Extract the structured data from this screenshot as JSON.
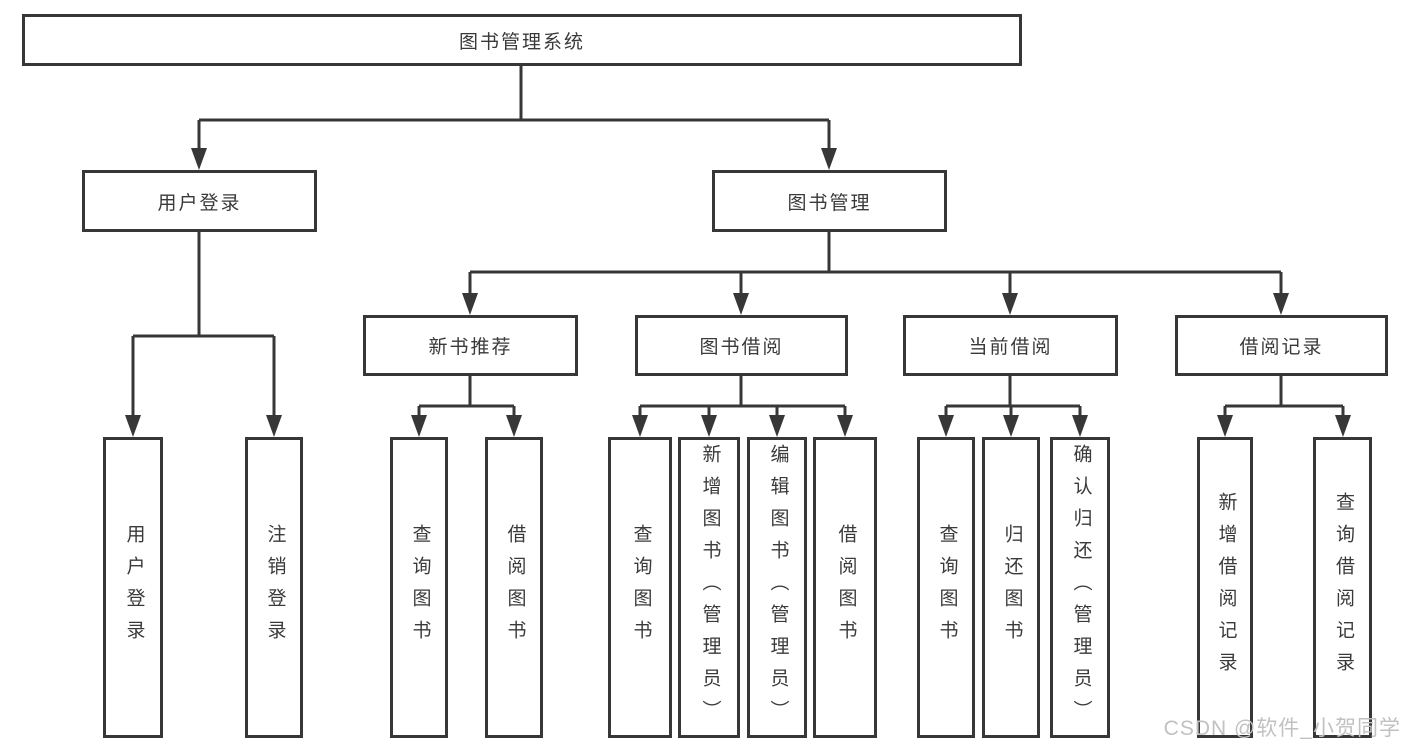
{
  "diagram": {
    "colors": {
      "border": "#373737",
      "line": "#373737",
      "text": "#3a3a3a",
      "background": "#ffffff",
      "watermark": "#c1c1c1"
    },
    "nodes": {
      "root": {
        "label": "图书管理系统"
      },
      "user_login": {
        "label": "用户登录"
      },
      "book_management": {
        "label": "图书管理"
      },
      "new_book_recommend": {
        "label": "新书推荐"
      },
      "book_borrow": {
        "label": "图书借阅"
      },
      "current_borrow": {
        "label": "当前借阅"
      },
      "borrow_records": {
        "label": "借阅记录"
      },
      "leaf_user_login": {
        "label": "用户登录"
      },
      "leaf_logout": {
        "label": "注销登录"
      },
      "leaf_query_books_1": {
        "label": "查询图书"
      },
      "leaf_borrow_books_1": {
        "label": "借阅图书"
      },
      "leaf_query_books_2": {
        "label": "查询图书"
      },
      "leaf_add_books_admin": {
        "label": "新增图书（管理员）"
      },
      "leaf_edit_books_admin": {
        "label": "编辑图书（管理员）"
      },
      "leaf_borrow_books_2": {
        "label": "借阅图书"
      },
      "leaf_query_books_3": {
        "label": "查询图书"
      },
      "leaf_return_books": {
        "label": "归还图书"
      },
      "leaf_confirm_return_admin": {
        "label": "确认归还（管理员）"
      },
      "leaf_add_borrow_record": {
        "label": "新增借阅记录"
      },
      "leaf_query_borrow_record": {
        "label": "查询借阅记录"
      }
    },
    "watermark": "CSDN @软件_小贺同学"
  }
}
